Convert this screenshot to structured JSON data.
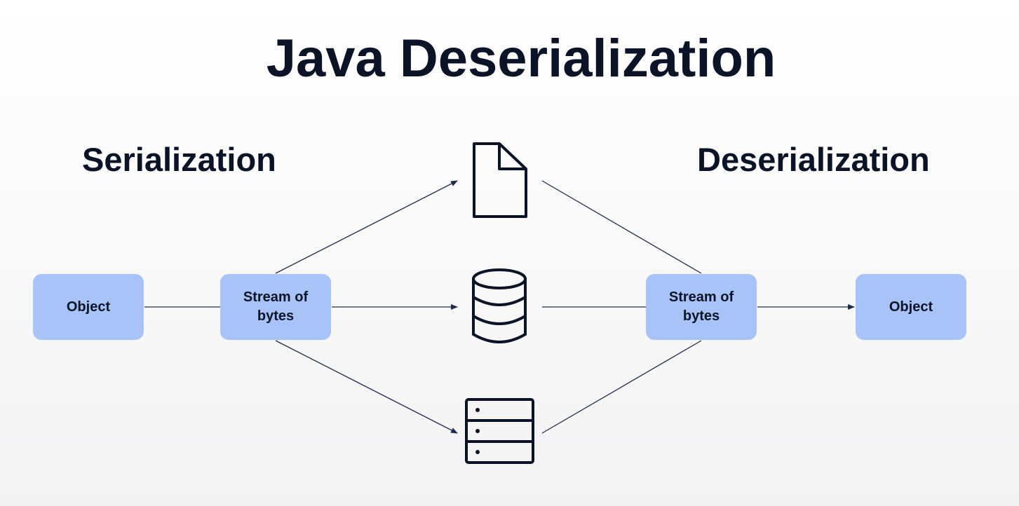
{
  "title": "Java Deserialization",
  "serialization": {
    "label": "Serialization",
    "object_label": "Object",
    "stream_label": "Stream of bytes"
  },
  "deserialization": {
    "label": "Deserialization",
    "stream_label": "Stream of bytes",
    "object_label": "Object"
  },
  "storage_icons": [
    "file-icon",
    "database-icon",
    "server-icon"
  ],
  "colors": {
    "box_fill": "#a7c3f7",
    "text": "#0b1426",
    "line": "#1e2a4a"
  }
}
